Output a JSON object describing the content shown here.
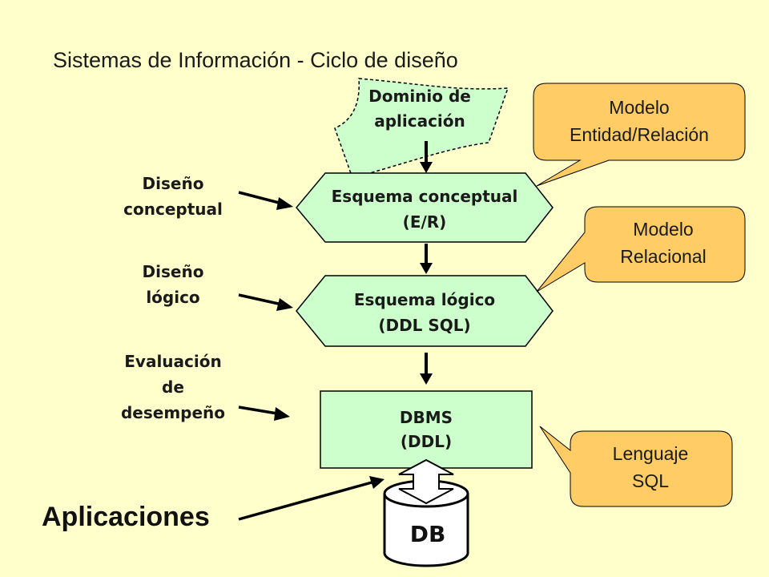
{
  "title": "Sistemas de Información  - Ciclo de diseño",
  "domain_box": {
    "line1": "Dominio de",
    "line2": "aplicación"
  },
  "nodes": {
    "conceptual": {
      "line1": "Esquema conceptual",
      "line2": "(E/R)"
    },
    "logico": {
      "line1": "Esquema lógico",
      "line2": "(DDL  SQL)"
    },
    "dbms": {
      "line1": "DBMS",
      "line2": "(DDL)"
    },
    "db": "DB"
  },
  "stages": {
    "diseno_conceptual": {
      "line1": "Diseño",
      "line2": "conceptual"
    },
    "diseno_logico": {
      "line1": "Diseño",
      "line2": "lógico"
    },
    "evaluacion": {
      "line1": "Evaluación",
      "line2": "de",
      "line3": "desempeño"
    }
  },
  "aplicaciones": "Aplicaciones",
  "callouts": {
    "modelo_er": {
      "line1": "Modelo",
      "line2": "Entidad/Relación"
    },
    "modelo_relacional": {
      "line1": "Modelo",
      "line2": "Relacional"
    },
    "lenguaje_sql": {
      "line1": "Lenguaje",
      "line2": "SQL"
    }
  },
  "colors": {
    "background": "#ffffcc",
    "node_fill": "#ccffcc",
    "callout_fill": "#ffcc66",
    "stroke": "#000000"
  }
}
